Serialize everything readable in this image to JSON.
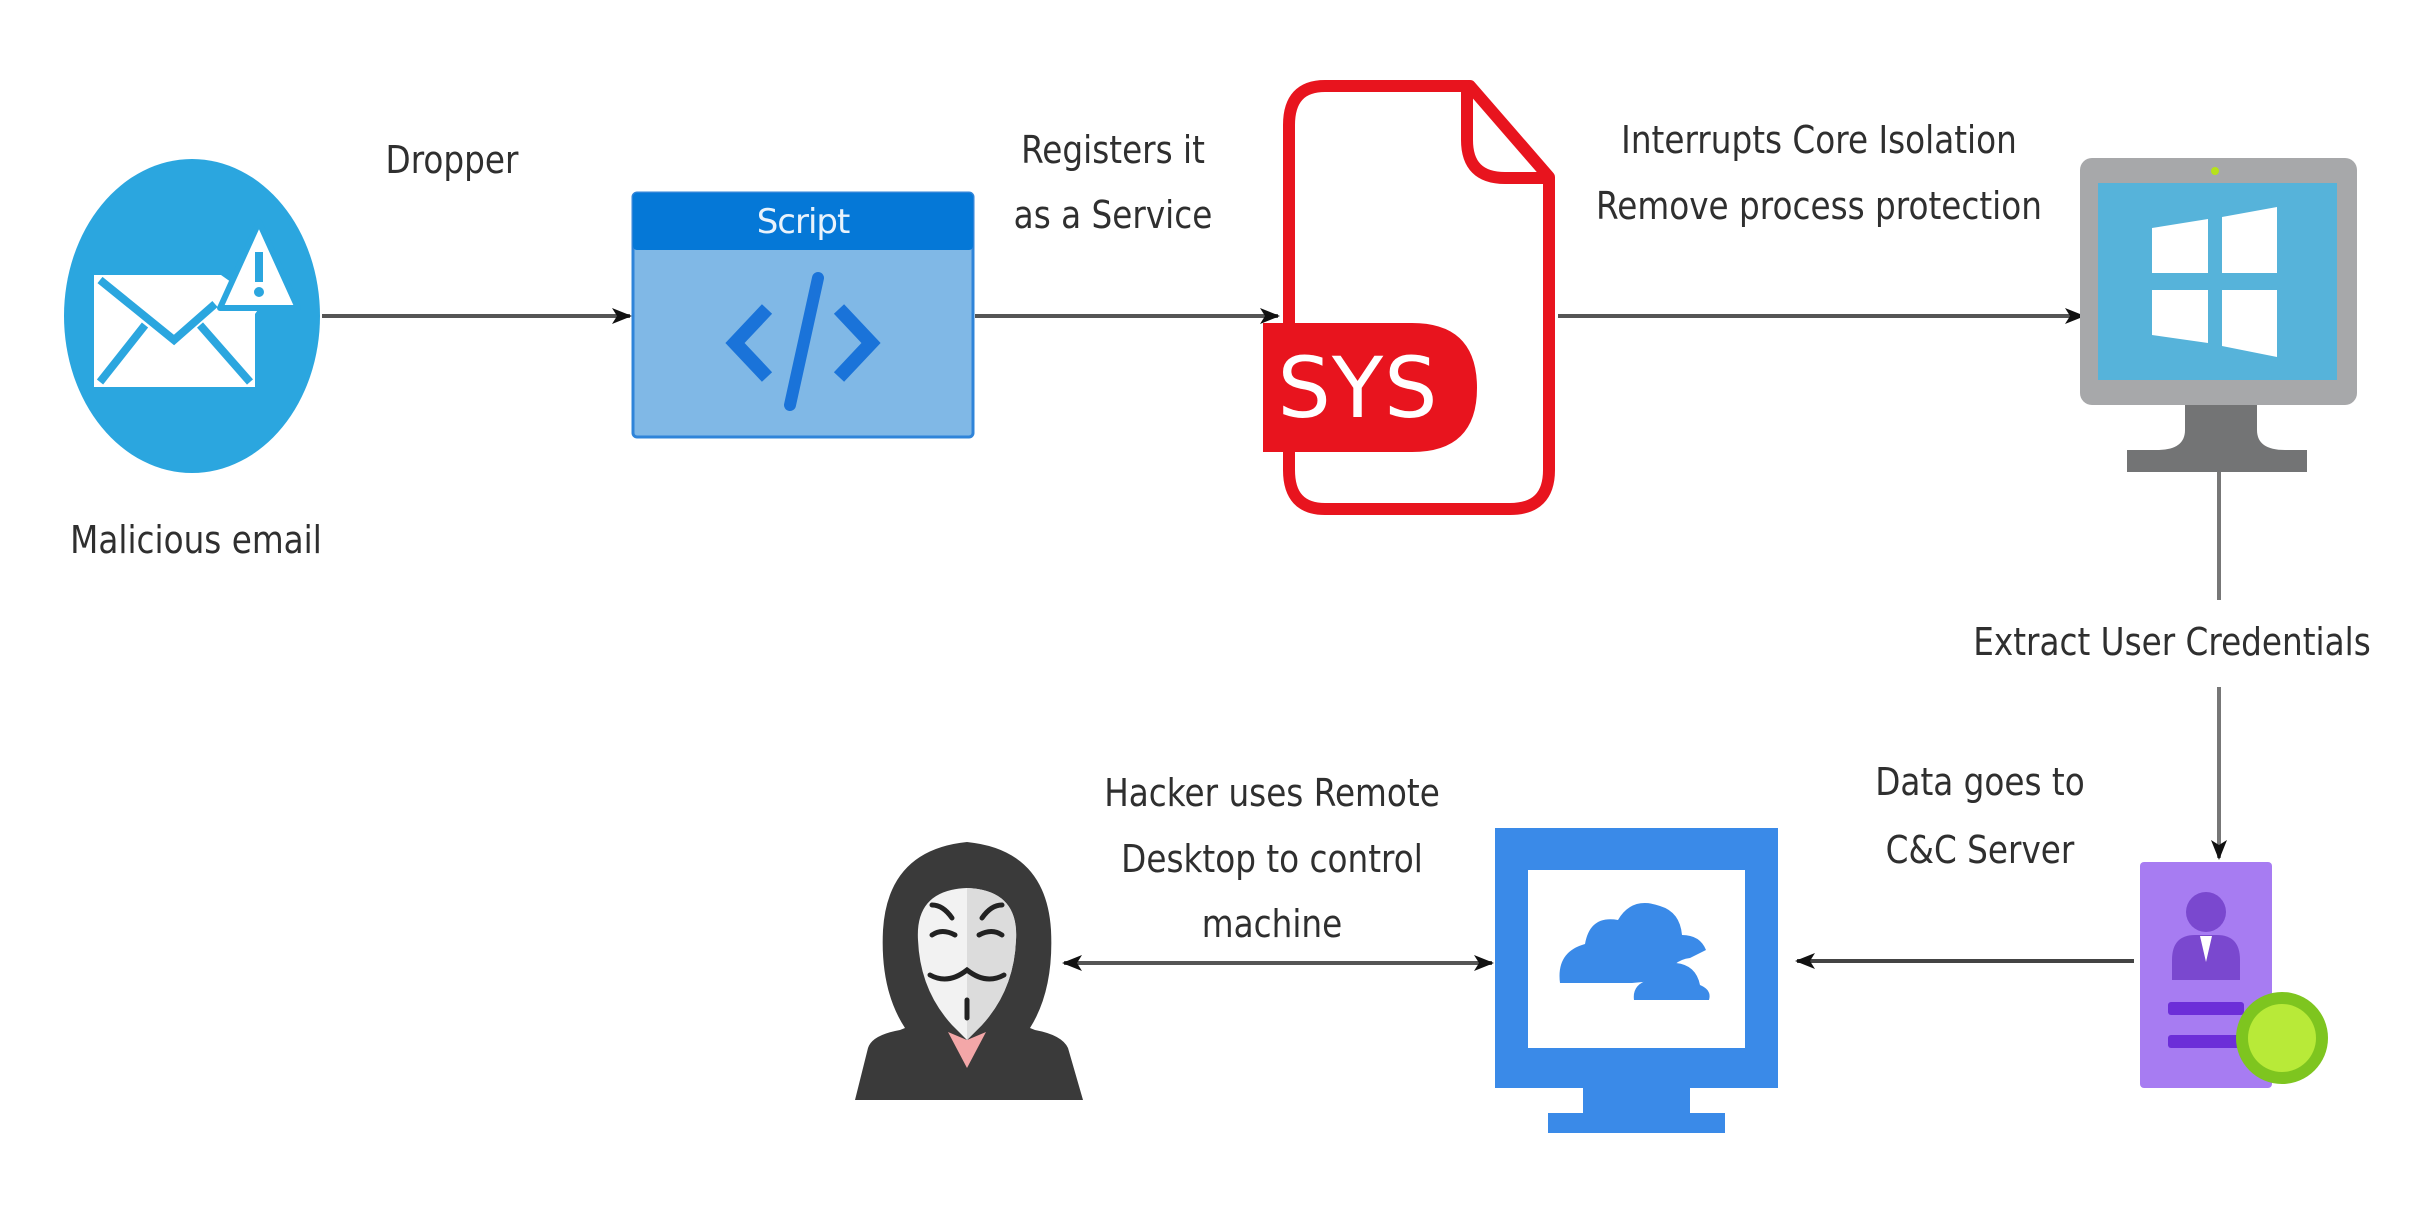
{
  "diagram": {
    "title": "Malware attack flow",
    "nodes": {
      "email": {
        "label": "Malicious email",
        "icon": "email-warning-icon",
        "color": "#2ba6df"
      },
      "script": {
        "title": "Script",
        "icon": "code-icon",
        "header_color": "#0578d7",
        "body_color": "#80b8e6"
      },
      "sys_file": {
        "badge": "SYS",
        "icon": "sys-file-icon",
        "color": "#e8141e"
      },
      "windows_pc": {
        "icon": "windows-monitor-icon",
        "screen_color": "#56b3da"
      },
      "credentials": {
        "icon": "user-credential-card-icon",
        "card_color": "#a77cf2",
        "seal_color": "#7ec51f"
      },
      "cc_server": {
        "icon": "cloud-monitor-icon",
        "color": "#3a8ae8"
      },
      "hacker": {
        "icon": "anonymous-hacker-icon"
      }
    },
    "edges": [
      {
        "from": "email",
        "to": "script",
        "label_lines": [
          "Dropper"
        ],
        "direction": "forward"
      },
      {
        "from": "script",
        "to": "sys_file",
        "label_lines": [
          "Registers it",
          "as a Service"
        ],
        "direction": "forward"
      },
      {
        "from": "sys_file",
        "to": "windows_pc",
        "label_lines": [
          "Interrupts Core Isolation",
          "Remove process protection"
        ],
        "direction": "forward"
      },
      {
        "from": "windows_pc",
        "to": "credentials",
        "label_lines": [
          "Extract User Credentials"
        ],
        "direction": "forward"
      },
      {
        "from": "credentials",
        "to": "cc_server",
        "label_lines": [
          "Data goes to",
          "C&C Server"
        ],
        "direction": "forward"
      },
      {
        "from": "hacker",
        "to": "cc_server",
        "label_lines": [
          "Hacker uses Remote",
          "Desktop to control",
          "machine"
        ],
        "direction": "both"
      }
    ],
    "colors": {
      "arrow": "#4a4a4a",
      "text": "#2f2f2f"
    }
  }
}
